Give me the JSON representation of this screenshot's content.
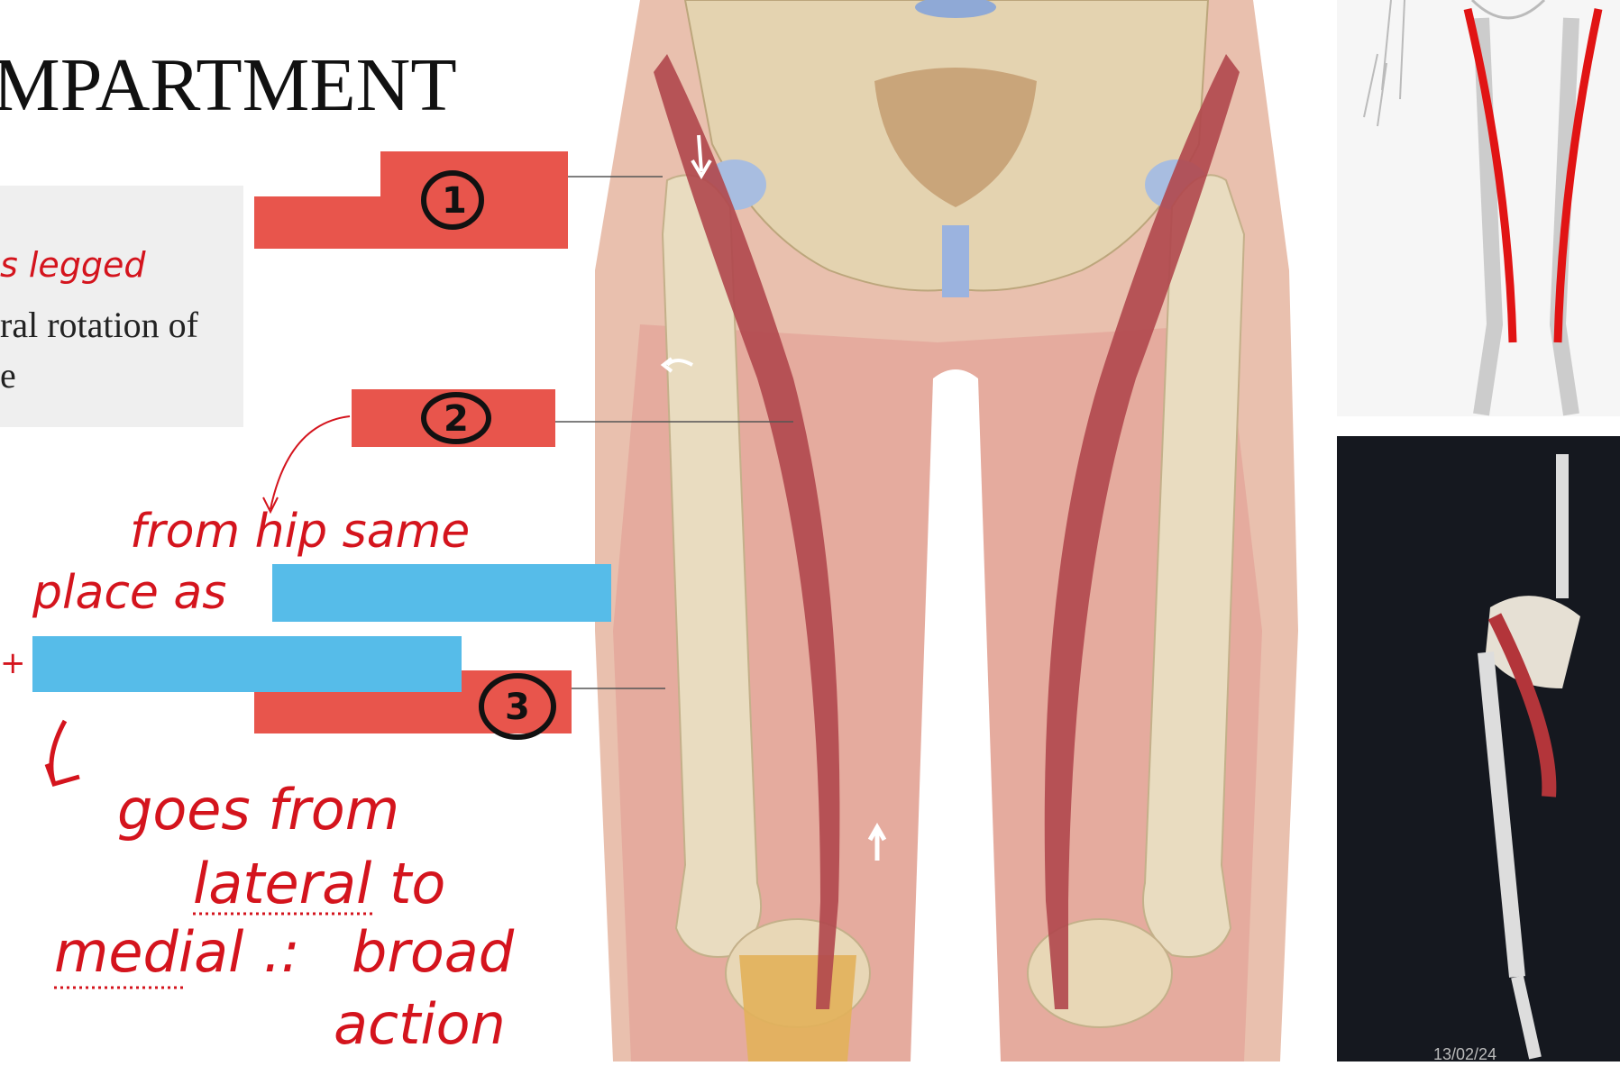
{
  "slide": {
    "title": "MPARTMENT",
    "box_line1": "ral rotation of",
    "box_line2": "e",
    "date": "13/02/24"
  },
  "annotations": {
    "cross_legged": "s legged",
    "from_hip": "from hip same",
    "place_as": "place as",
    "goes_from": "goes from",
    "lateral_to": "lateral to",
    "medial": "medial",
    "therefore": ".:",
    "broad": "broad",
    "action": "action",
    "stray": "+"
  },
  "labels": [
    {
      "id": "1",
      "text": "1"
    },
    {
      "id": "2",
      "text": "2"
    },
    {
      "id": "3",
      "text": "3"
    }
  ],
  "colors": {
    "label_red": "#e8554c",
    "cover_blue": "#56bce9",
    "ink_red": "#d4141d",
    "skin": "#e6b8a8",
    "muscle": "#b0474c",
    "bone": "#e9dcc0"
  },
  "images": {
    "main": "thigh-anatomy-sartorius-illustration",
    "top_right": "skeleton-with-red-sartorius",
    "bottom_right": "3d-skeleton-sartorius-dark"
  }
}
